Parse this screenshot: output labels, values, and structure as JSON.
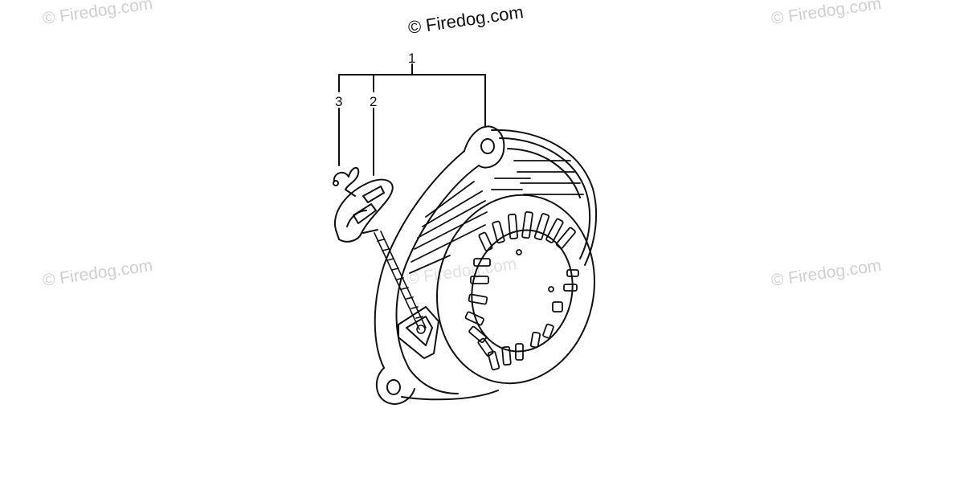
{
  "watermarks": {
    "top_center": "© Firedog.com",
    "top_left": "© Firedog.com",
    "top_right": "© Firedog.com",
    "mid_left": "© Firedog.com",
    "mid_right": "© Firedog.com",
    "center_faint": "© Firedog.com"
  },
  "callouts": {
    "assembly": "1",
    "rope": "2",
    "knob": "3"
  },
  "colors": {
    "line": "#111111",
    "watermark": "#cfcfcf",
    "background": "#ffffff"
  }
}
